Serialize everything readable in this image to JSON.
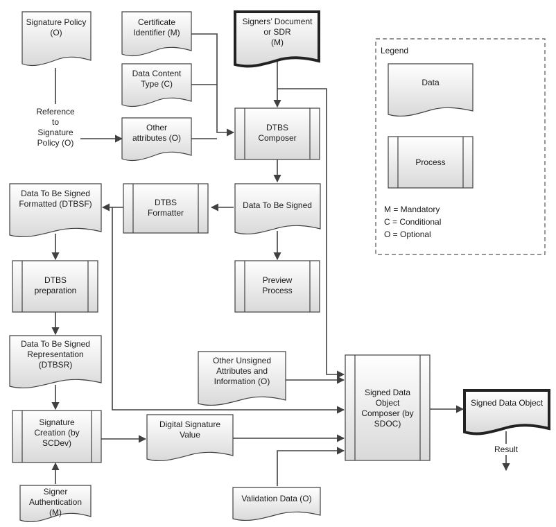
{
  "nodes": {
    "signature_policy": {
      "lines": [
        "Signature Policy",
        "(O)"
      ]
    },
    "certificate_identifier": {
      "lines": [
        "Certificate",
        "Identifier (M)"
      ]
    },
    "signers_document": {
      "lines": [
        "Signers’ Document",
        "or SDR",
        "(M)"
      ]
    },
    "data_content_type": {
      "lines": [
        "Data Content",
        "Type (C)"
      ]
    },
    "other_attributes": {
      "lines": [
        "Other",
        "attributes (O)"
      ]
    },
    "dtbs_composer": {
      "lines": [
        "DTBS",
        "Composer"
      ]
    },
    "dtbsf": {
      "lines": [
        "Data To Be Signed",
        "Formatted (DTBSF)"
      ]
    },
    "dtbs_formatter": {
      "lines": [
        "DTBS",
        "Formatter"
      ]
    },
    "data_to_be_signed": {
      "lines": [
        "Data To Be Signed"
      ]
    },
    "preview_process": {
      "lines": [
        "Preview",
        "Process"
      ]
    },
    "dtbs_preparation": {
      "lines": [
        "DTBS",
        "preparation"
      ]
    },
    "dtbsr": {
      "lines": [
        "Data To Be Signed",
        "Representation",
        "(DTBSR)"
      ]
    },
    "other_unsigned": {
      "lines": [
        "Other Unsigned",
        "Attributes and",
        "Information (O)"
      ]
    },
    "sdo_composer": {
      "lines": [
        "Signed Data",
        "Object",
        "Composer (by",
        "SDOC)"
      ]
    },
    "signed_data_object": {
      "lines": [
        "Signed Data Object"
      ]
    },
    "signature_creation": {
      "lines": [
        "Signature",
        "Creation (by",
        "SCDev)"
      ]
    },
    "digital_signature_value": {
      "lines": [
        "Digital Signature",
        "Value"
      ]
    },
    "signer_authentication": {
      "lines": [
        "Signer",
        "Authentication",
        "(M)"
      ]
    },
    "validation_data": {
      "lines": [
        "Validation Data (O)"
      ]
    }
  },
  "edge_labels": {
    "reference_policy": [
      "Reference",
      "to",
      "Signature",
      "Policy (O)"
    ],
    "result": [
      "Result"
    ]
  },
  "legend": {
    "title": "Legend",
    "data_label": "Data",
    "process_label": "Process",
    "entries": [
      "M = Mandatory",
      "C =  Conditional",
      "O = Optional"
    ]
  }
}
